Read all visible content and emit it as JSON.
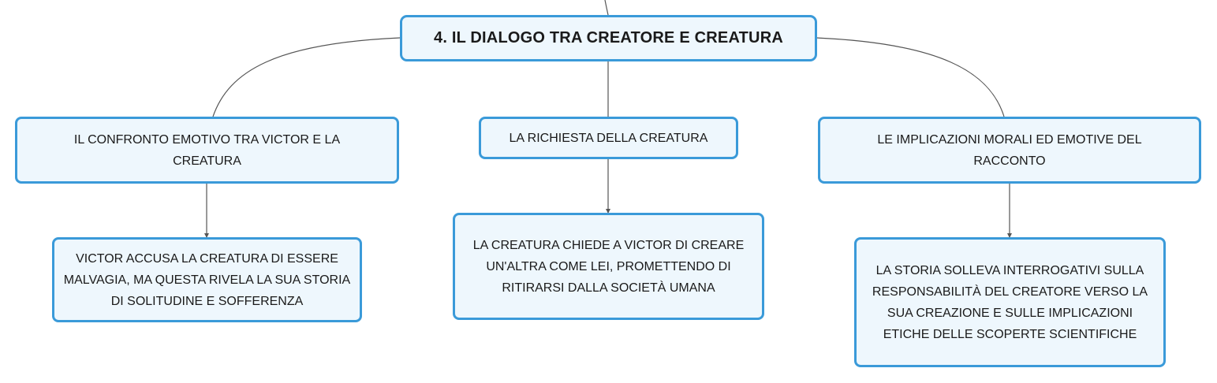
{
  "root": {
    "label": "4. IL DIALOGO TRA CREATORE E CREATURA"
  },
  "branches": [
    {
      "label": "IL CONFRONTO EMOTIVO TRA VICTOR E LA CREATURA",
      "child": "VICTOR ACCUSA LA CREATURA DI ESSERE MALVAGIA, MA QUESTA RIVELA LA SUA STORIA DI SOLITUDINE E SOFFERENZA"
    },
    {
      "label": "LA RICHIESTA DELLA CREATURA",
      "child": "LA CREATURA CHIEDE A VICTOR DI CREARE UN'ALTRA COME LEI, PROMETTENDO DI RITIRARSI DALLA SOCIETÀ UMANA"
    },
    {
      "label": "LE IMPLICAZIONI MORALI ED EMOTIVE DEL RACCONTO",
      "child": "LA STORIA SOLLEVA INTERROGATIVI SULLA RESPONSABILITÀ DEL CREATORE VERSO LA SUA CREAZIONE E SULLE IMPLICAZIONI ETICHE DELLE SCOPERTE SCIENTIFICHE"
    }
  ],
  "colors": {
    "border": "#3a9ad9",
    "fill": "#eef7fd",
    "line": "#555555"
  }
}
